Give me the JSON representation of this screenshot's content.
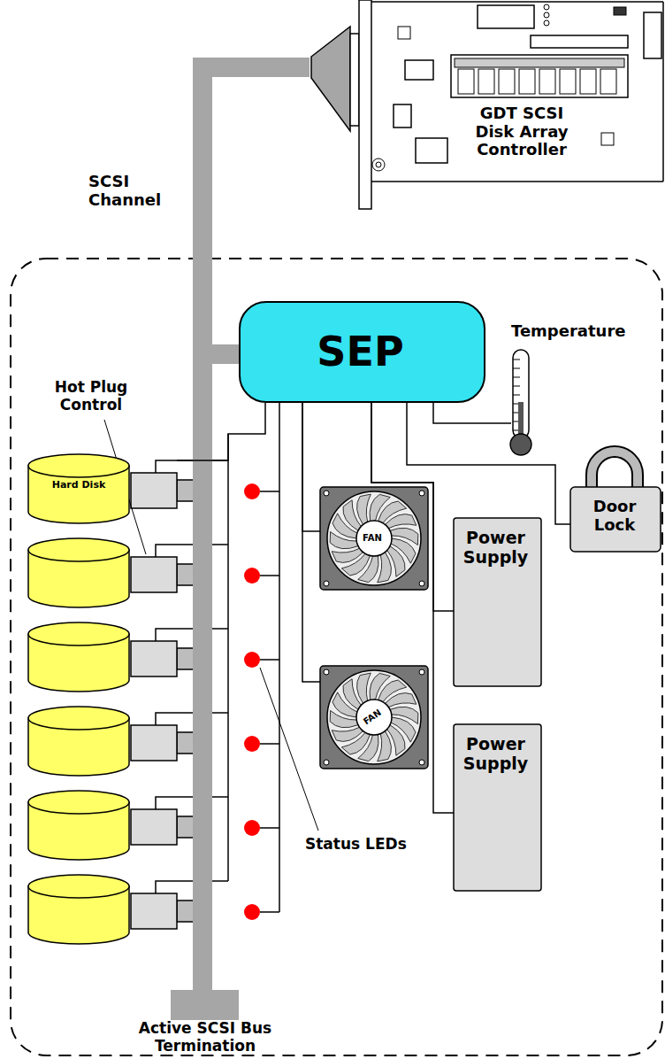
{
  "diagram": {
    "nodes": [
      {
        "text": [
          "GDT SCSI Disk Array Controller"
        ]
      },
      {
        "text": [
          "SEP"
        ]
      },
      {
        "text": [
          "Temperature"
        ]
      },
      {
        "text": [
          "Hard Disk"
        ]
      },
      {
        "text": [
          "Door Lock"
        ]
      },
      {
        "text": [
          "FAN"
        ]
      },
      {
        "text": [
          "Power Supply"
        ]
      },
      {
        "text": [
          "FAN"
        ]
      },
      {
        "text": [
          "Power Supply"
        ]
      }
    ],
    "edges": [
      {
        "from": 0,
        "to": 1,
        "arrow": "none"
      },
      {
        "from": 1,
        "to": 2,
        "arrow": "none"
      },
      {
        "from": 1,
        "to": 3,
        "arrow": "none"
      },
      {
        "from": 1,
        "to": 4,
        "arrow": "none"
      },
      {
        "from": 1,
        "to": 5,
        "arrow": "none"
      },
      {
        "from": 1,
        "to": 6,
        "arrow": "none"
      },
      {
        "from": 1,
        "to": 7,
        "arrow": "none"
      },
      {
        "from": 1,
        "to": 8,
        "arrow": "none"
      }
    ],
    "labels": [
      "SCSI Channel",
      "Hot Plug Control",
      "Status LEDs",
      "Active SCSI Bus Termination"
    ]
  }
}
